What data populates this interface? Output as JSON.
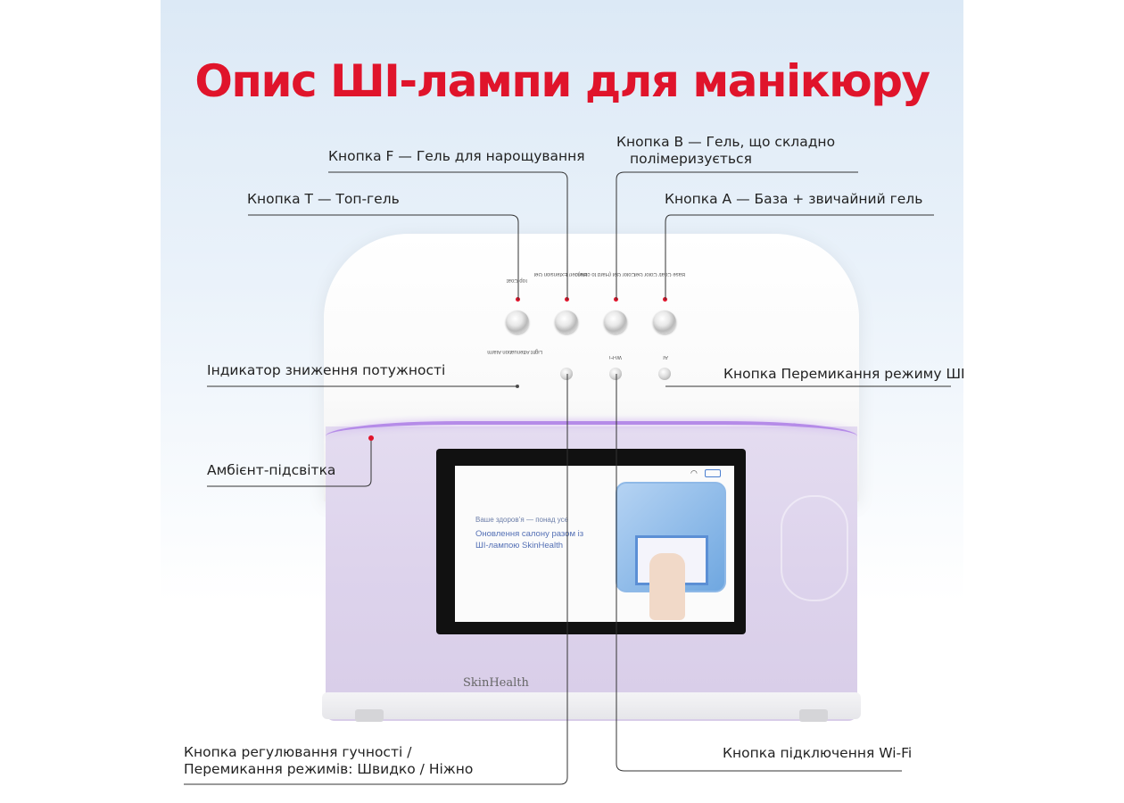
{
  "title": "Опис ШІ-лампи для манікюру",
  "labels": {
    "button_f": "Кнопка F — Гель для нарощування",
    "button_b_line1": "Кнопка B — Гель, що складно",
    "button_b_line2": "полімеризується",
    "button_t": "Кнопка T — Топ-гель",
    "button_a": "Кнопка A — База + звичайний гель",
    "power_indicator": "Індикатор зниження потужності",
    "ai_mode_button": "Кнопка Перемикання режиму ШІ",
    "ambient_light": "Амбієнт-підсвітка",
    "volume_line1": "Кнопка регулювання гучності /",
    "volume_line2": "Перемикання режимів: Швидко / Ніжно",
    "wifi_button": "Кнопка підключення Wi-Fi"
  },
  "device": {
    "button_texts": [
      "Top Coat",
      "Builder/ Extension Gel",
      "Color Gel (Hard to cure)",
      "Base Coat/ Color Gel"
    ],
    "small_texts": [
      "Light Attenuation Alarm",
      "",
      "Wi-Fi",
      "AI"
    ],
    "screen": {
      "caption": "Ваше здоров’я — понад усе",
      "headline_line1": "Оновлення салону разом із",
      "headline_line2": "ШІ-лампою SkinHealth"
    },
    "brand": "SkinHealth"
  },
  "colors": {
    "title": "#e0142b",
    "accent_dot": "#e0142b",
    "ambient_glow": "#b58be8",
    "body": "#ddd3ec"
  }
}
